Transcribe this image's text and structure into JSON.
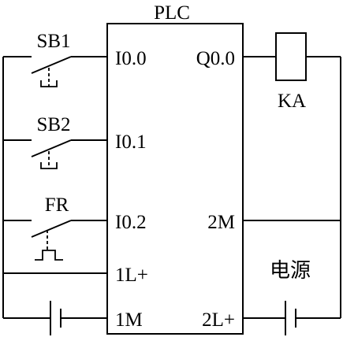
{
  "plc": {
    "title": "PLC"
  },
  "inputs": [
    {
      "terminal": "I0.0",
      "device": "SB1"
    },
    {
      "terminal": "I0.1",
      "device": "SB2"
    },
    {
      "terminal": "I0.2",
      "device": "FR"
    }
  ],
  "terminals_left": {
    "common_plus": "1L+",
    "common_minus": "1M"
  },
  "terminals_right": {
    "output": "Q0.0",
    "common_minus": "2M",
    "common_plus": "2L+"
  },
  "load": {
    "label": "KA"
  },
  "power": {
    "label": "电源"
  }
}
